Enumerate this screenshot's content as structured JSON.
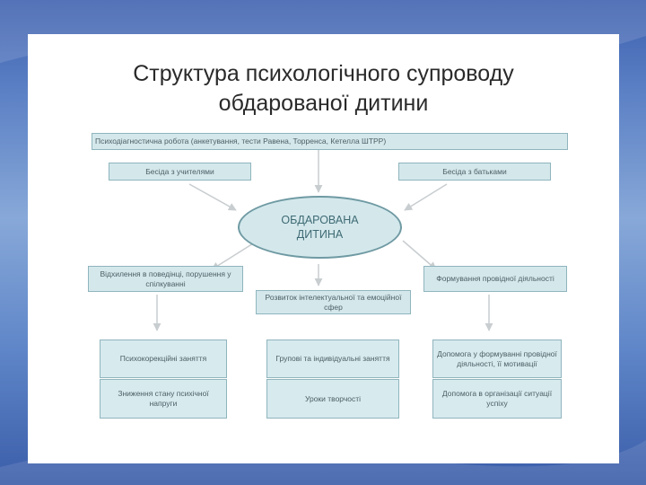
{
  "title_line1": "Структура психологічного супроводу",
  "title_line2": "обдарованої дитини",
  "psychodiagnostic": "Психодіагностична робота (анкетування, тести  Равена, Торренса, Кетелла ШТРР)",
  "talk_teachers": "Бесіда з учителями",
  "talk_parents": "Бесіда з батьками",
  "center": "ОБДАРОВАНА ДИТИНА",
  "deviations": "Відхилення в поведінці, порушення у спілкуванні",
  "development": "Розвиток інтелектуальної та емоційної сфер",
  "leading_activity": "Формування провідної діяльності",
  "row1": {
    "left": "Психокорекційні заняття",
    "middle": "Групові та індивідуальні заняття",
    "right": "Допомога у формуванні провідної діяльності, її мотивації"
  },
  "row2": {
    "left": "Зниження стану психічної напруги",
    "middle": "Уроки творчості",
    "right": "Допомога в організації ситуації успіху"
  },
  "colors": {
    "box_fill": "#d4e8ec",
    "box_border": "#8fb5bd",
    "background": "#5a7fc4"
  }
}
